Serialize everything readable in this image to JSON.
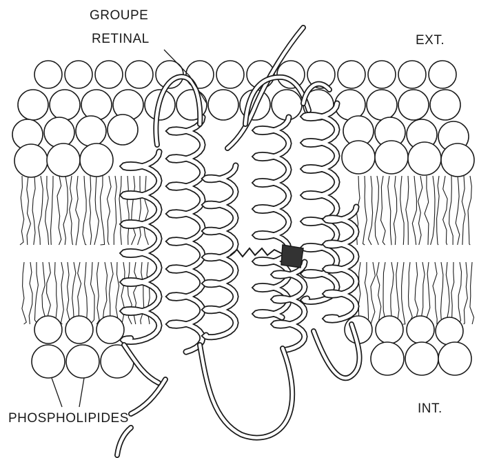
{
  "labels": {
    "retinal_line1": "GROUPE",
    "retinal_line2": "RETINAL",
    "exterior": "EXT.",
    "interior": "INT.",
    "phospholipids": "PHOSPHOLIPIDES"
  },
  "colors": {
    "ink": "#1a1a1a",
    "background": "#ffffff",
    "retinal_fill": "#333333"
  },
  "structure": {
    "membrane": "phospholipid bilayer",
    "protein": "seven transmembrane helices",
    "helix_count": 7,
    "cofactor": "retinal"
  }
}
